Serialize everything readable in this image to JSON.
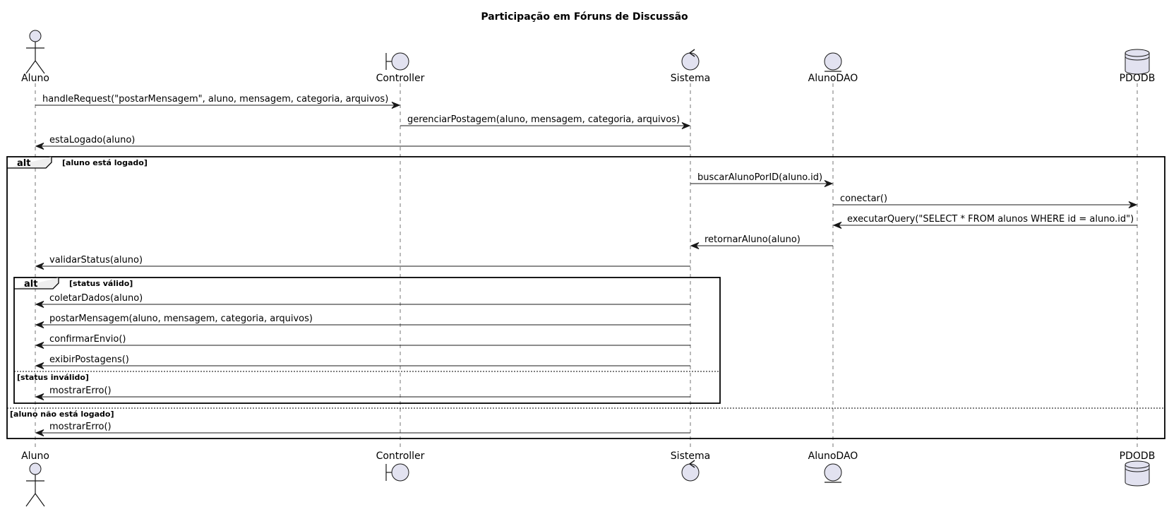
{
  "title": "Participação em Fóruns de Discussão",
  "participants": [
    {
      "id": "aluno",
      "label": "Aluno",
      "kind": "actor"
    },
    {
      "id": "controller",
      "label": "Controller",
      "kind": "boundary"
    },
    {
      "id": "sistema",
      "label": "Sistema",
      "kind": "control"
    },
    {
      "id": "alunodao",
      "label": "AlunoDAO",
      "kind": "entity"
    },
    {
      "id": "pdodb",
      "label": "PDODB",
      "kind": "database"
    }
  ],
  "messages": [
    {
      "from": "aluno",
      "to": "controller",
      "label": "handleRequest(\"postarMensagem\", aluno, mensagem, categoria, arquivos)"
    },
    {
      "from": "controller",
      "to": "sistema",
      "label": "gerenciarPostagem(aluno, mensagem, categoria, arquivos)"
    },
    {
      "from": "sistema",
      "to": "aluno",
      "label": "estaLogado(aluno)"
    },
    {
      "from": "sistema",
      "to": "alunodao",
      "label": "buscarAlunoPorID(aluno.id)"
    },
    {
      "from": "alunodao",
      "to": "pdodb",
      "label": "conectar()"
    },
    {
      "from": "pdodb",
      "to": "alunodao",
      "label": "executarQuery(\"SELECT * FROM alunos WHERE id = aluno.id\")"
    },
    {
      "from": "alunodao",
      "to": "sistema",
      "label": "retornarAluno(aluno)"
    },
    {
      "from": "sistema",
      "to": "aluno",
      "label": "validarStatus(aluno)"
    },
    {
      "from": "sistema",
      "to": "aluno",
      "label": "coletarDados(aluno)"
    },
    {
      "from": "sistema",
      "to": "aluno",
      "label": "postarMensagem(aluno, mensagem, categoria, arquivos)"
    },
    {
      "from": "sistema",
      "to": "aluno",
      "label": "confirmarEnvio()"
    },
    {
      "from": "sistema",
      "to": "aluno",
      "label": "exibirPostagens()"
    },
    {
      "from": "sistema",
      "to": "aluno",
      "label": "mostrarErro()"
    },
    {
      "from": "sistema",
      "to": "aluno",
      "label": "mostrarErro()"
    }
  ],
  "fragments": [
    {
      "keyword": "alt",
      "guard": "[aluno está logado]",
      "else_guard": "[aluno não está logado]"
    },
    {
      "keyword": "alt",
      "guard": "[status válido]",
      "else_guard": "[status inválido]"
    }
  ],
  "colors": {
    "participant_fill": "#E2E2F0",
    "stroke": "#181818",
    "fragment_tab": "#EEEEEE"
  }
}
